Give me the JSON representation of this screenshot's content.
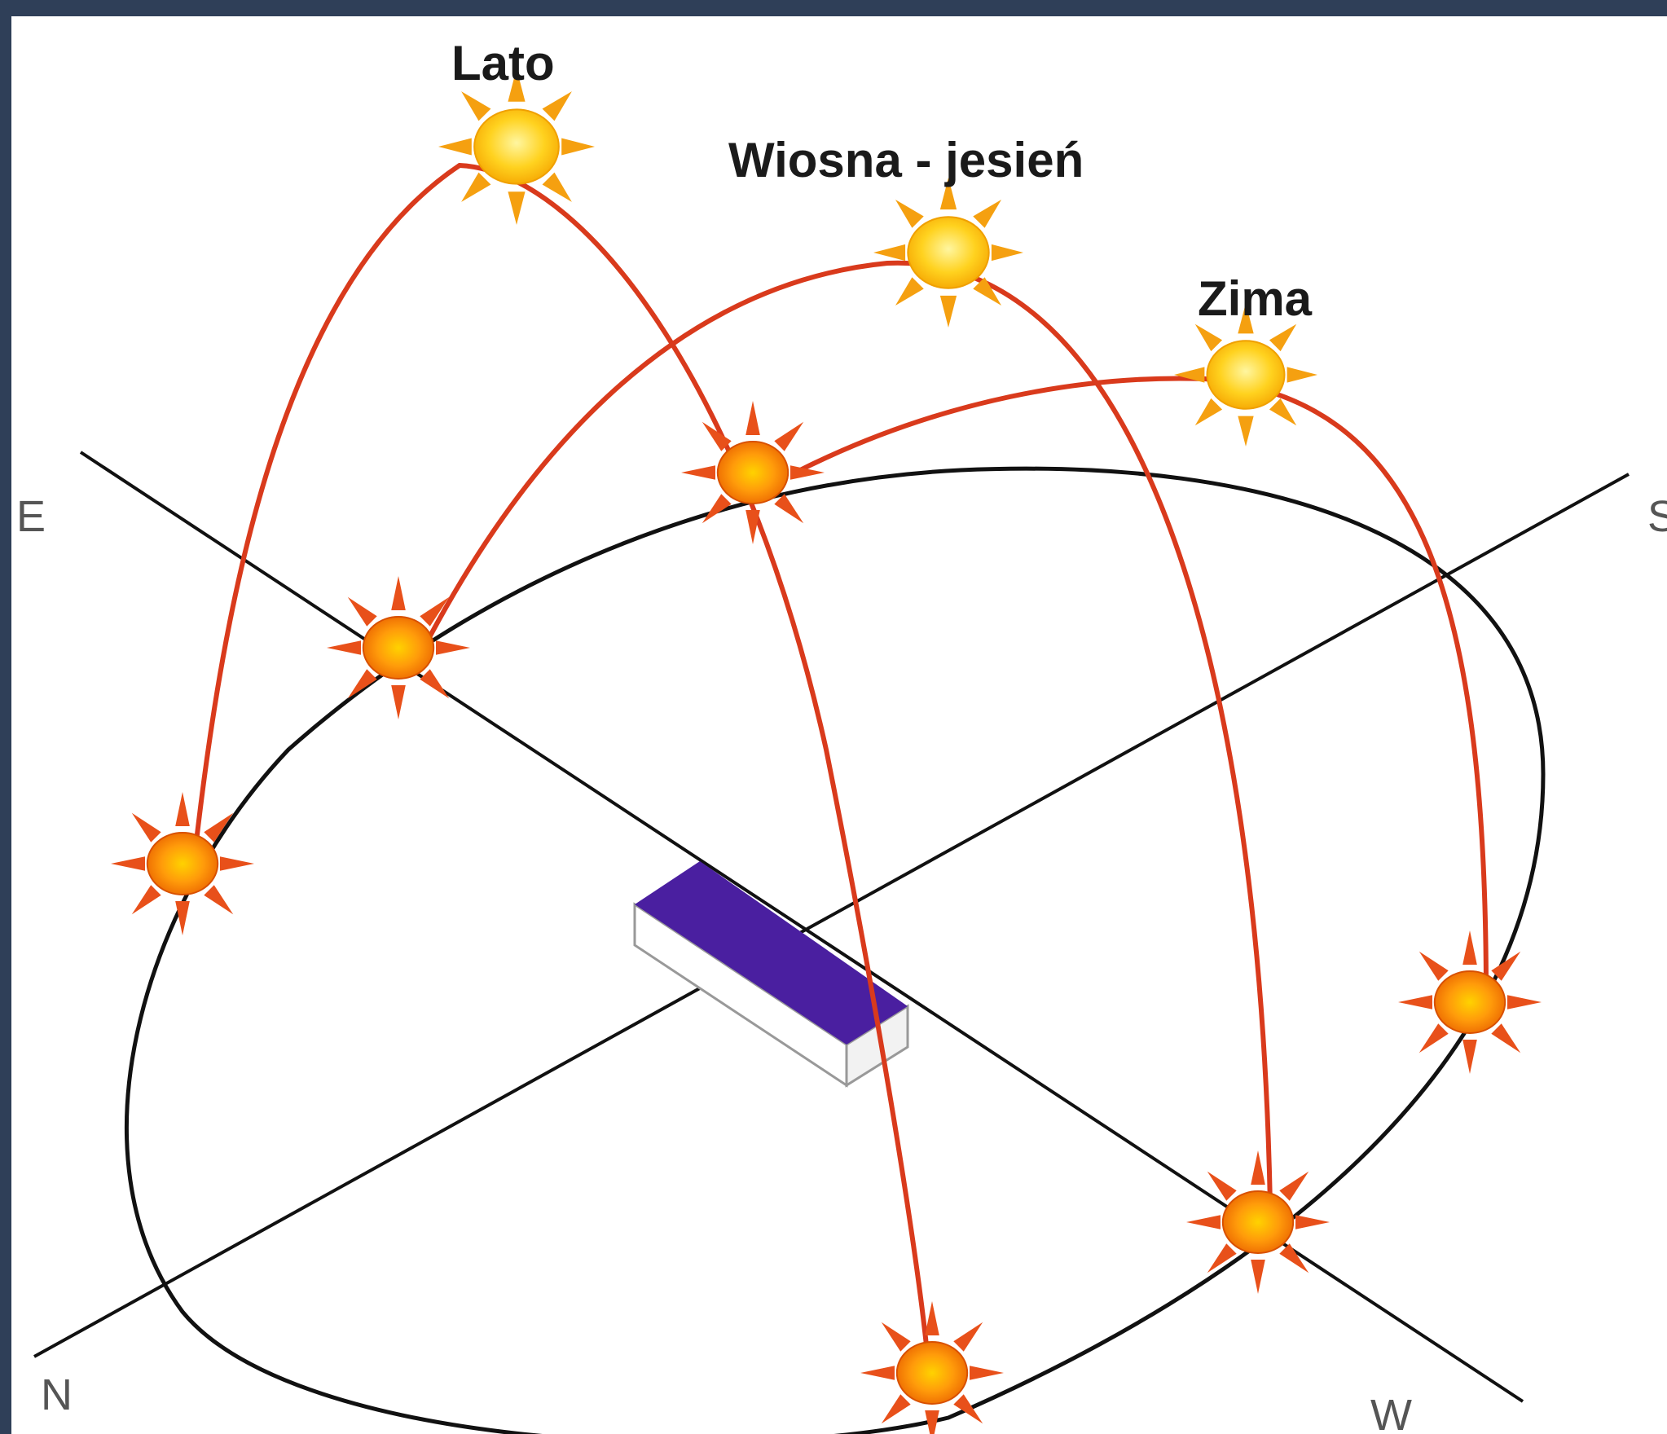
{
  "diagram": {
    "seasons": {
      "summer": "Lato",
      "equinox": "Wiosna - jesień",
      "winter": "Zima"
    },
    "directions": {
      "east": "E",
      "south": "S",
      "north": "N",
      "west": "W"
    },
    "colors": {
      "frame": "#2f3f58",
      "path": "#d93a1c",
      "horizon": "#111111",
      "panel": "#4a1fa0",
      "sun_noon": "#ffcc22",
      "sun_horizon": "#f07010"
    }
  }
}
